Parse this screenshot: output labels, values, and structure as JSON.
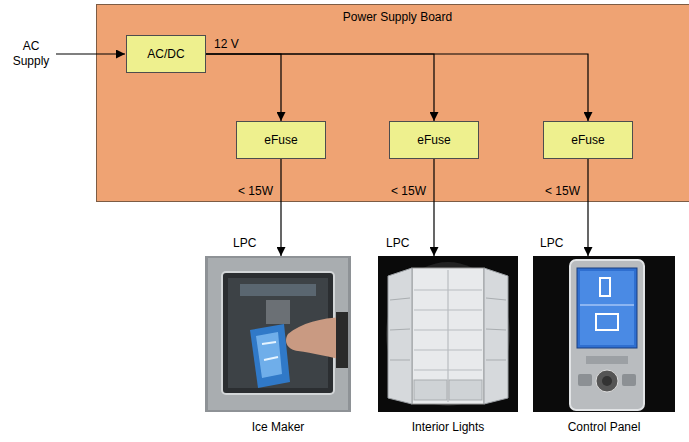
{
  "diagram": {
    "nodes": [
      {
        "text": [
          "Power Supply Board"
        ]
      },
      {
        "text": [
          "AC/DC"
        ],
        "in": 0
      },
      {
        "text": [
          "eFuse"
        ],
        "in": 0
      },
      {
        "text": [
          "eFuse"
        ],
        "in": 0
      },
      {
        "text": [
          "eFuse"
        ],
        "in": 0
      },
      {
        "text": [
          "Ice Maker"
        ]
      },
      {
        "text": [
          "Interior Lights"
        ]
      },
      {
        "text": [
          "Control Panel"
        ]
      }
    ],
    "edges": [
      {
        "from": 1,
        "to": 2,
        "arrow": "to",
        "label": "12 V"
      },
      {
        "from": 1,
        "to": 3,
        "arrow": "to"
      },
      {
        "from": 1,
        "to": 4,
        "arrow": "to"
      },
      {
        "from": 2,
        "to": 5,
        "arrow": "to",
        "label": "< 15W"
      },
      {
        "from": 3,
        "to": 6,
        "arrow": "to",
        "label": "< 15W"
      },
      {
        "from": 4,
        "to": 7,
        "arrow": "to",
        "label": "< 15W"
      }
    ],
    "labels": [
      "AC Supply",
      "LPC",
      "LPC",
      "LPC"
    ]
  }
}
